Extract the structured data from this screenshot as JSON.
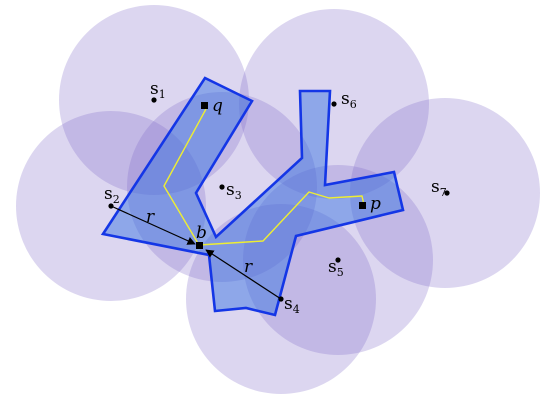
{
  "figure": {
    "colors": {
      "disk_fill": "#7d68c9",
      "polygon_fill": "#2f6fe0",
      "polygon_stroke": "#1436e6",
      "path_stroke": "#eeee33",
      "text": "#000000"
    },
    "sites": [
      {
        "letter": "s",
        "index": "1"
      },
      {
        "letter": "s",
        "index": "2"
      },
      {
        "letter": "s",
        "index": "3"
      },
      {
        "letter": "s",
        "index": "4"
      },
      {
        "letter": "s",
        "index": "5"
      },
      {
        "letter": "s",
        "index": "6"
      },
      {
        "letter": "s",
        "index": "7"
      }
    ],
    "points": {
      "q": "q",
      "p": "p",
      "b": "b"
    },
    "radius_labels": [
      "r",
      "r"
    ]
  }
}
